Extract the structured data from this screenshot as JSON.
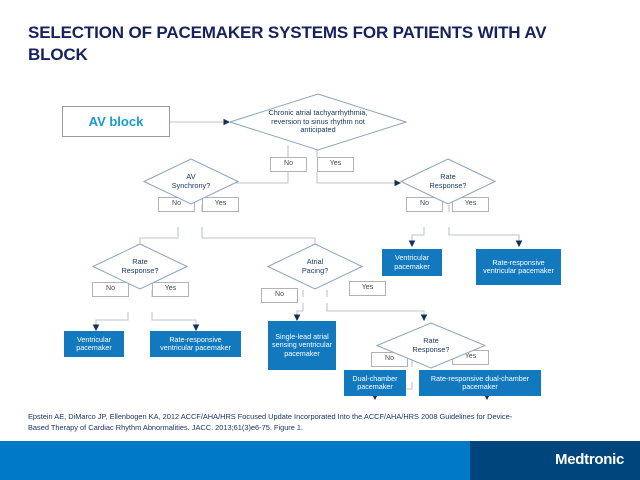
{
  "slide": {
    "title": "SELECTION OF PACEMAKER SYSTEMS FOR PATIENTS WITH AV BLOCK",
    "citation_line1": "Epstein AE, DiMarco JP, Ellenbogen KA, 2012 ACCF/AHA/HRS  Focused Update Incorporated Into the ACCF/AHA/HRS  2008 Guidelines for Device-",
    "citation_line2": "Based Therapy of Cardiac Rhythm Abnormalities. JACC. 2013;61(3)e6-75. Figure 1.",
    "brand": "Medtronic"
  },
  "colors": {
    "title": "#16225c",
    "accent_cyan": "#179bd7",
    "box_blue": "#1279be",
    "footer_light": "#0079c8",
    "footer_dark": "#00457c",
    "diamond_stroke": "#7f9cb5",
    "connector": "#b9c6d2"
  },
  "flow": {
    "start": {
      "label": "AV block"
    },
    "decisions": {
      "chronic_af": {
        "line1": "Chronic atrial tachyarrhythmia,",
        "line2": "reversion  to sinus rhythm not",
        "line3": "anticipated",
        "no_label": "No",
        "yes_label": "Yes"
      },
      "av_synchrony": {
        "line1": "AV",
        "line2": "Synchrony?",
        "no_label": "No",
        "yes_label": "Yes"
      },
      "rate_response_right": {
        "line1": "Rate",
        "line2": "Response?",
        "no_label": "No",
        "yes_label": "Yes"
      },
      "rate_response_left": {
        "line1": "Rate",
        "line2": "Response?",
        "no_label": "No",
        "yes_label": "Yes"
      },
      "atrial_pacing": {
        "line1": "Atrial",
        "line2": "Pacing?",
        "no_label": "No",
        "yes_label": "Yes"
      },
      "rate_response_dual": {
        "line1": "Rate",
        "line2": "Response?",
        "no_label": "No",
        "yes_label": "Yes"
      }
    },
    "outcomes": {
      "ventricular_right": "Ventricular pacemaker",
      "rate_responsive_ventricular_right": "Rate-responsive ventricular pacemaker",
      "ventricular_left": "Ventricular pacemaker",
      "rate_responsive_ventricular_left": "Rate-responsive ventricular pacemaker",
      "single_lead_atrial": "Single-lead atrial sensing ventricular pacemaker",
      "dual_chamber": "Dual-chamber pacemaker",
      "rate_responsive_dual_chamber": "Rate-responsive dual-chamber pacemaker"
    }
  }
}
